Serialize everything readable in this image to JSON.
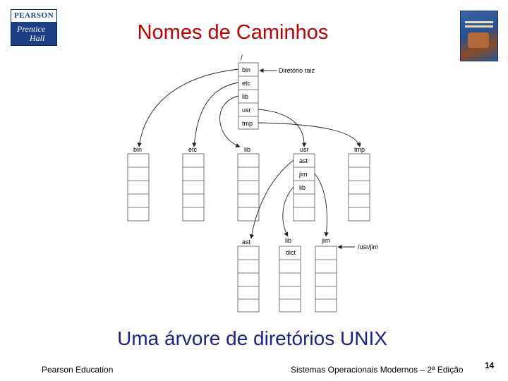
{
  "logo": {
    "brand": "PEARSON",
    "line1": "Prentice",
    "line2": "Hall"
  },
  "title": "Nomes de Caminhos",
  "subtitle": "Uma árvore de diretórios UNIX",
  "footer": {
    "left": "Pearson Education",
    "center": "Sistemas Operacionais Modernos – 2ª Edição",
    "page": "14"
  },
  "diagram": {
    "root_label": "/",
    "root_entries": [
      "bin",
      "etc",
      "lib",
      "usr",
      "tmp"
    ],
    "root_annotation": "Diretório raiz",
    "level1_labels": [
      "bin",
      "etc",
      "lib",
      "usr",
      "tmp"
    ],
    "usr_entries": [
      "ast",
      "jim",
      "lib"
    ],
    "level2_labels": [
      "ast",
      "lib",
      "jim"
    ],
    "lib_entries": [
      "dict"
    ],
    "jim_annotation": "/usr/jim"
  }
}
